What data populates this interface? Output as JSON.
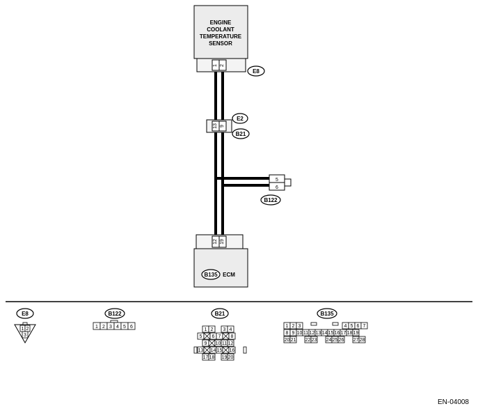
{
  "components": {
    "sensor": {
      "name_lines": [
        "ENGINE",
        "COOLANT",
        "TEMPERATURE",
        "SENSOR"
      ],
      "connector": "E8",
      "pins": [
        "1",
        "2"
      ]
    },
    "joint": {
      "connector_top": "E2",
      "connector_bottom": "B21",
      "pins": [
        "13",
        "9"
      ]
    },
    "branch": {
      "connector": "B122",
      "pins": [
        "5",
        "6"
      ]
    },
    "ecm": {
      "connector": "B135",
      "name": "ECM",
      "pins": [
        "12",
        "19"
      ]
    }
  },
  "connector_views": {
    "e8": {
      "label": "E8",
      "pins": [
        "1",
        "2",
        "3"
      ]
    },
    "b122": {
      "label": "B122",
      "pins": [
        "1",
        "2",
        "3",
        "4",
        "5",
        "6"
      ]
    },
    "b21": {
      "label": "B21",
      "pins": [
        "1",
        "2",
        "3",
        "4",
        "5",
        "6",
        "7",
        "8",
        "9",
        "10",
        "11",
        "12",
        "13",
        "14",
        "15",
        "16",
        "17",
        "18",
        "19",
        "20"
      ]
    },
    "b135": {
      "label": "B135",
      "pins": [
        "1",
        "2",
        "3",
        "4",
        "5",
        "6",
        "7",
        "8",
        "9",
        "10",
        "11",
        "12",
        "13",
        "14",
        "15",
        "16",
        "17",
        "18",
        "19",
        "20",
        "21",
        "22",
        "23",
        "24",
        "25",
        "26",
        "27",
        "28"
      ]
    }
  },
  "footer": {
    "code": "EN-04008"
  }
}
